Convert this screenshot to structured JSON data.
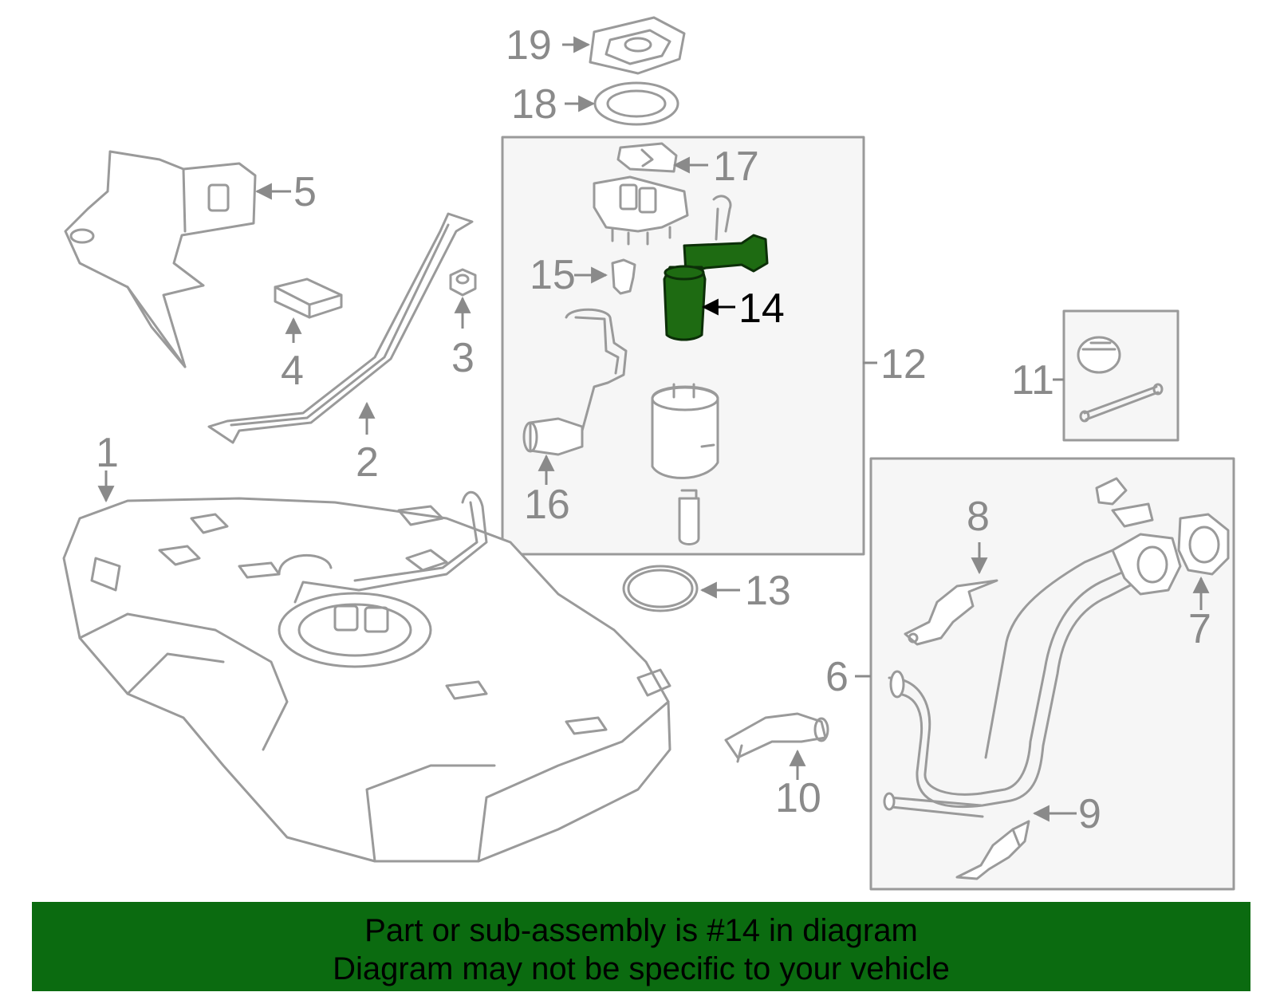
{
  "colors": {
    "line": "#9a9a9a",
    "label": "#8a8a8a",
    "highlight_fill": "#1e6b12",
    "highlight_label": "#000000",
    "box_fill": "#f6f6f6",
    "footer_bg": "#0b6b10"
  },
  "callouts": {
    "c1": "1",
    "c2": "2",
    "c3": "3",
    "c4": "4",
    "c5": "5",
    "c6": "6",
    "c7": "7",
    "c8": "8",
    "c9": "9",
    "c10": "10",
    "c11": "11",
    "c12": "12",
    "c13": "13",
    "c14": "14",
    "c15": "15",
    "c16": "16",
    "c17": "17",
    "c18": "18",
    "c19": "19"
  },
  "footer": {
    "line1": "Part or sub-assembly is #14 in diagram",
    "line2": "Diagram may not be specific to your vehicle"
  }
}
